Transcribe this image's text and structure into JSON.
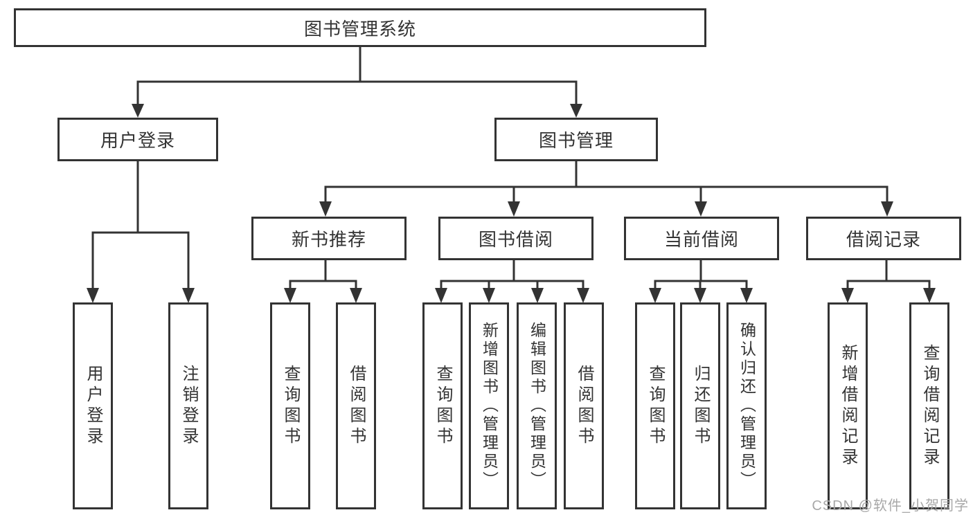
{
  "title": "图书管理系统",
  "watermark": {
    "text": "CSDN @软件_小贺同学"
  },
  "colors": {
    "line": "#333333",
    "box_border": "#333333",
    "box_background": "#ffffff",
    "text": "#333333",
    "watermark_text": "#a8a8a8"
  },
  "nodes": {
    "root": {
      "label": "图书管理系统"
    },
    "user_login": {
      "label": "用户登录"
    },
    "book_mgmt": {
      "label": "图书管理"
    },
    "new_rec": {
      "label": "新书推荐"
    },
    "book_borrow": {
      "label": "图书借阅"
    },
    "cur_borrow": {
      "label": "当前借阅"
    },
    "borrow_rec": {
      "label": "借阅记录"
    },
    "login_user": {
      "label": "用户登录"
    },
    "login_logout": {
      "label": "注销登录"
    },
    "rec_query": {
      "label": "查询图书"
    },
    "rec_borrow": {
      "label": "借阅图书"
    },
    "bb_query": {
      "label": "查询图书"
    },
    "bb_add": {
      "label": "新增图书（管理员）"
    },
    "bb_edit": {
      "label": "编辑图书（管理员）"
    },
    "bb_borrow": {
      "label": "借阅图书"
    },
    "cb_query": {
      "label": "查询图书"
    },
    "cb_return": {
      "label": "归还图书"
    },
    "cb_confirm": {
      "label": "确认归还（管理员）"
    },
    "br_add": {
      "label": "新增借阅记录"
    },
    "br_query": {
      "label": "查询借阅记录"
    }
  }
}
